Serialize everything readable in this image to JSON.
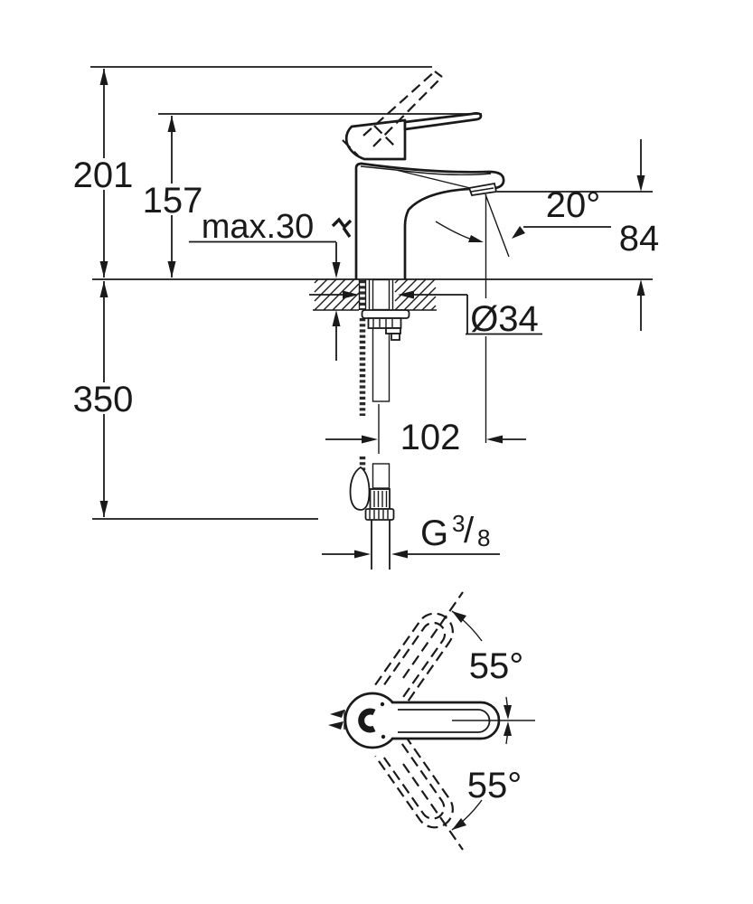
{
  "drawing": {
    "title": "faucet-technical-drawing",
    "dims": {
      "overall_height": "201",
      "lever_height": "157",
      "deck_thickness": "max.30",
      "spray_angle": "20°",
      "spout_height": "84",
      "hole_diameter": "Ø34",
      "hose_length": "350",
      "spout_projection": "102",
      "thread": {
        "prefix": "G",
        "numerator": "3",
        "slash": "/",
        "denominator": "8"
      },
      "handle_swivel_upper": "55°",
      "handle_swivel_lower": "55°"
    },
    "colors": {
      "line": "#1a1a1a",
      "background": "#ffffff"
    }
  }
}
